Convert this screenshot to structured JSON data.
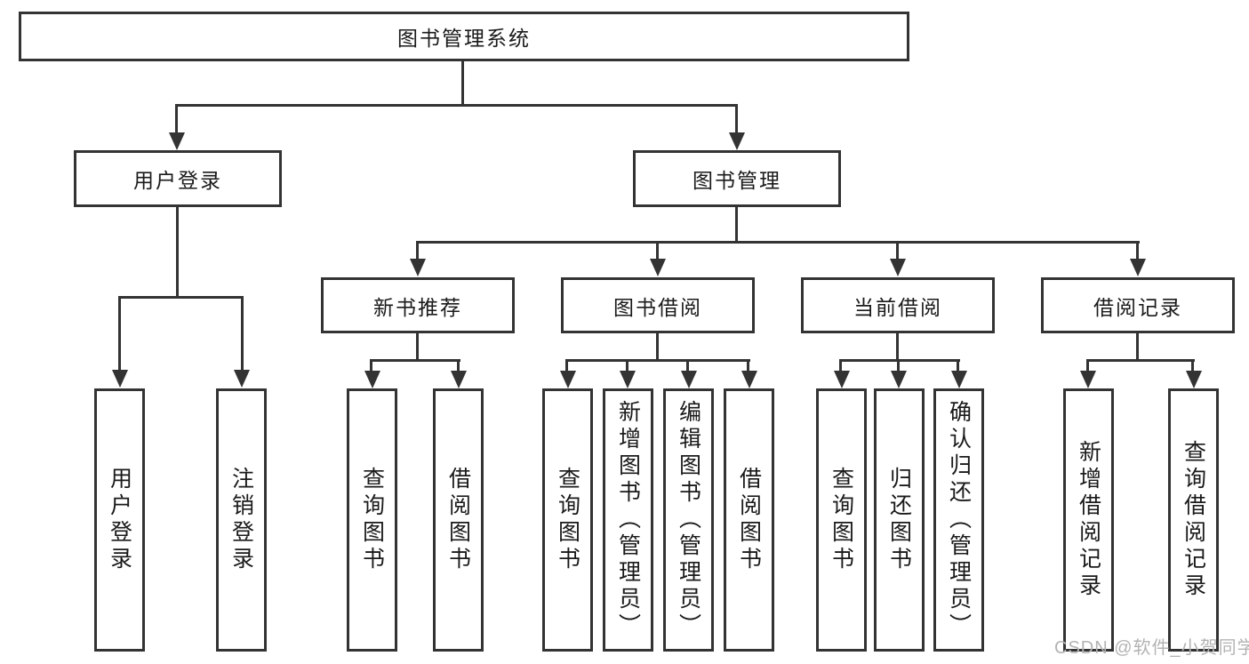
{
  "nodes": {
    "root": "图书管理系统",
    "user_login": "用户登录",
    "book_management": "图书管理",
    "new_book_recommend": "新书推荐",
    "book_borrow": "图书借阅",
    "current_borrow": "当前借阅",
    "borrow_record": "借阅记录",
    "user_login_children": [
      "用户登录",
      "注销登录"
    ],
    "new_book_children": [
      "查询图书",
      "借阅图书"
    ],
    "book_borrow_children": [
      "查询图书",
      "新增图书（管理员）",
      "编辑图书（管理员）",
      "借阅图书"
    ],
    "current_borrow_children": [
      "查询图书",
      "归还图书",
      "确认归还（管理员）"
    ],
    "borrow_record_children": [
      "新增借阅记录",
      "查询借阅记录"
    ]
  },
  "watermark": "CSDN @软件_小贺同学",
  "colors": {
    "line": "#333333",
    "text": "#1a1a1a",
    "watermark": "#b3b3b3",
    "background": "#ffffff"
  }
}
